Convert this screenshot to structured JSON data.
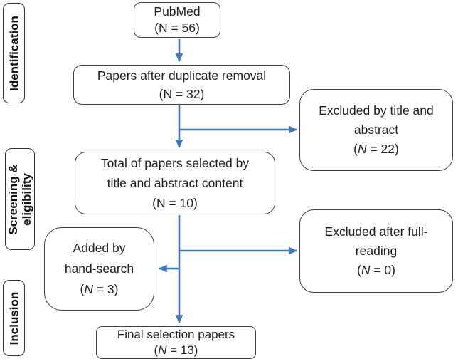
{
  "figure": {
    "type": "prisma-flow-diagram",
    "palette": {
      "arrow_blue": "#3d77be",
      "box_border": "#3f3f3f",
      "stage_border": "#2e2e2e",
      "text_color": "#1d1d1d",
      "background": "#ffffff"
    },
    "stages": [
      {
        "label": "Identification"
      },
      {
        "label": "Screening &\neligibility"
      },
      {
        "label": "Inclusion"
      }
    ],
    "boxes": {
      "pubmed": {
        "text": "PubMed",
        "count": {
          "open": "(",
          "n": "N",
          "rest": " = 56)"
        }
      },
      "duplicates": {
        "text": "Papers after duplicate removal",
        "count": {
          "open": "(",
          "n": "N",
          "rest": " = 32)"
        }
      },
      "excluded_title": {
        "text": "Excluded by title and\nabstract",
        "count": {
          "open": "(",
          "n": "N",
          "rest": " = 22)"
        }
      },
      "total_selected": {
        "text": "Total of papers selected by\ntitle and abstract content",
        "count": {
          "open": "(",
          "n": "N",
          "rest": " = 10)"
        }
      },
      "hand_search": {
        "text": "Added by\nhand-search",
        "count": {
          "open": "(",
          "n": "N",
          "rest": " = 3)"
        }
      },
      "excluded_full": {
        "text": "Excluded after full-\nreading",
        "count": {
          "open": "(",
          "n": "N",
          "rest": " = 0)"
        }
      },
      "final": {
        "text": "Final selection papers",
        "count": {
          "open": "(",
          "n": "N",
          "rest": " = 13)"
        }
      }
    }
  }
}
